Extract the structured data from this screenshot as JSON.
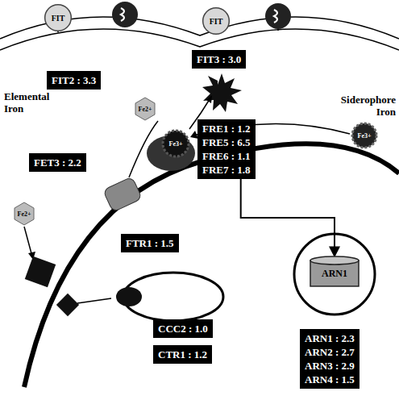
{
  "diagram": {
    "nodes": [
      {
        "text": [
          "FIT"
        ]
      },
      {
        "text": [
          "FIT"
        ]
      },
      {
        "text": [
          "FIT2 : 3.3"
        ]
      },
      {
        "text": [
          "FIT3 : 3.0"
        ]
      },
      {
        "text": [
          "FET3 : 2.2"
        ]
      },
      {
        "text": [
          "FTR1 : 1.5"
        ]
      },
      {
        "text": [
          "FRE1 : 1.2",
          "FRE5 : 6.5",
          "FRE6 : 1.1",
          "FRE7 : 1.8"
        ]
      },
      {
        "text": [
          "ARN1"
        ]
      },
      {
        "text": [
          "ARN1 : 2.3",
          "ARN2 : 2.7",
          "ARN3 : 2.9",
          "ARN4 : 1.5"
        ]
      },
      {
        "text": [
          "CCC2 : 1.0"
        ]
      },
      {
        "text": [
          "CTR1 : 1.2"
        ]
      }
    ],
    "edges": [
      {
        "from": 6,
        "to": 7,
        "arrow": "to"
      }
    ],
    "labels": [
      "Elemental Iron",
      "Siderophore Iron",
      "Fe2+",
      "Fe2+",
      "Fe3+",
      "Fe3+"
    ]
  }
}
